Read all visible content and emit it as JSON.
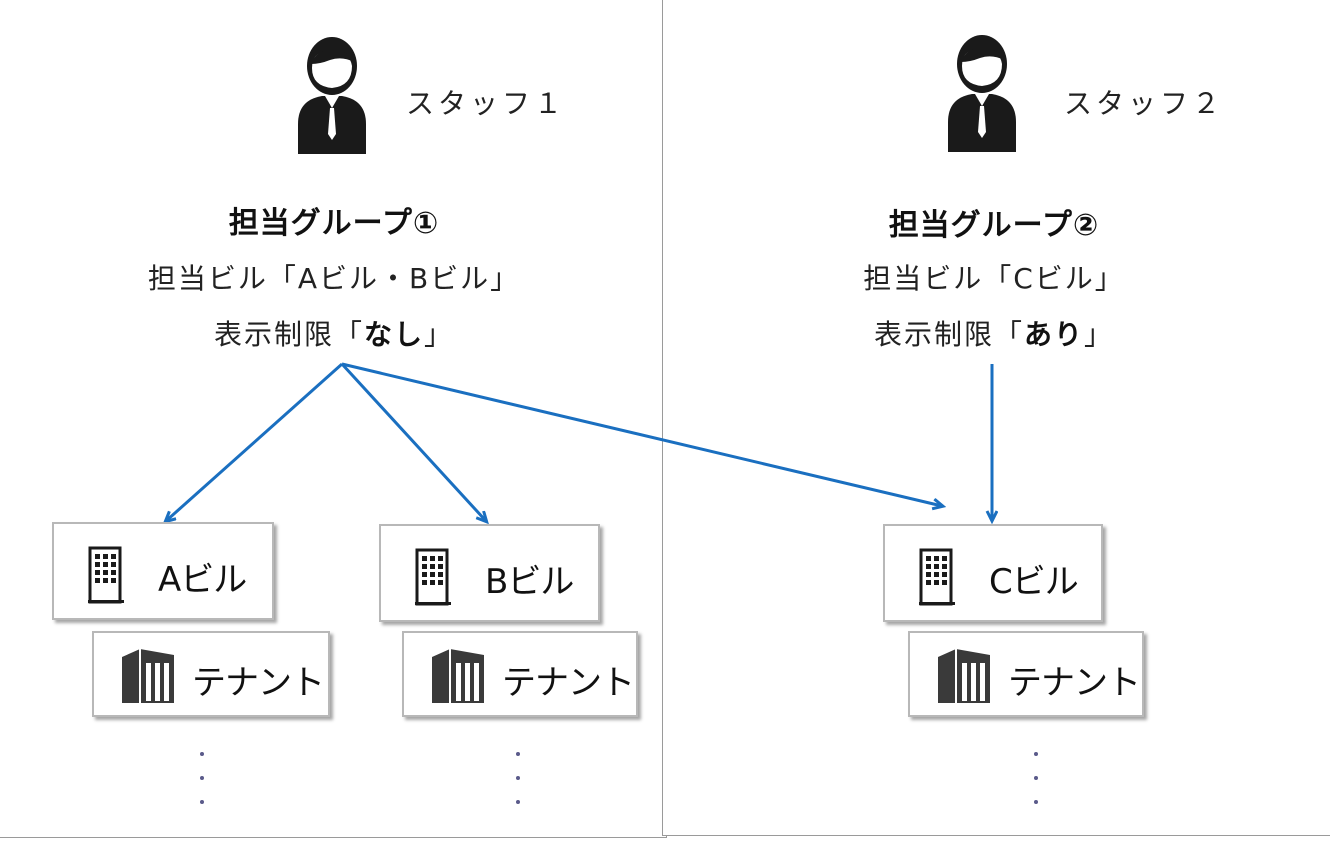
{
  "staff": [
    {
      "name": "スタッフ１"
    },
    {
      "name": "スタッフ２"
    }
  ],
  "groups": [
    {
      "title": "担当グループ①",
      "buildings_line": "担当ビル「Aビル・Bビル」",
      "restriction_prefix": "表示制限「",
      "restriction_value": "なし",
      "restriction_suffix": "」"
    },
    {
      "title": "担当グループ②",
      "buildings_line": "担当ビル「Cビル」",
      "restriction_prefix": "表示制限「",
      "restriction_value": "あり",
      "restriction_suffix": "」"
    }
  ],
  "buildings": [
    {
      "label": "Aビル",
      "tenant_label": "テナント"
    },
    {
      "label": "Bビル",
      "tenant_label": "テナント"
    },
    {
      "label": "Cビル",
      "tenant_label": "テナント"
    }
  ],
  "colors": {
    "arrow": "#1a6fc0",
    "icon": "#1a1a1a",
    "border": "#b8b8b8"
  },
  "icons": {
    "staff": "person-with-tie-icon",
    "building": "office-building-icon",
    "tenant": "tenant-building-icon"
  }
}
